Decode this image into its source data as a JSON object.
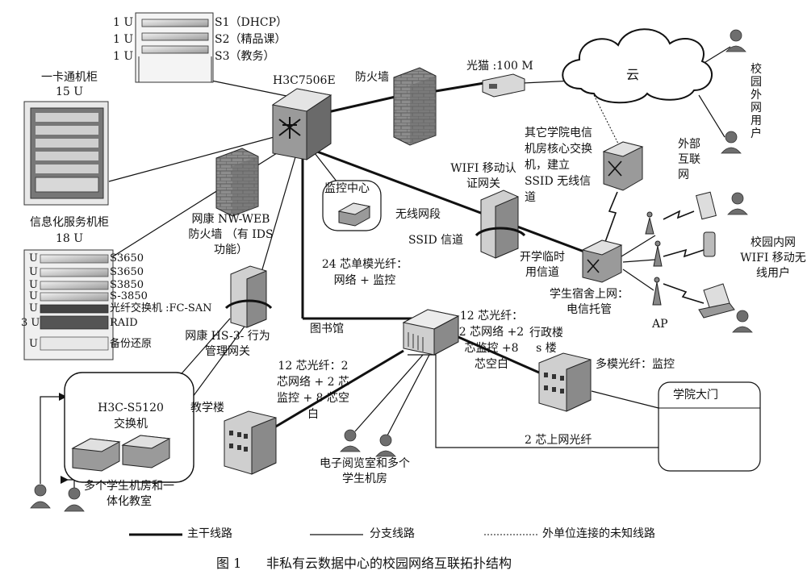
{
  "servers_top": [
    "S1（DHCP）",
    "S2（精品课）",
    "S3（教务）"
  ],
  "unit_label": "1 U",
  "card_cabinet": {
    "title": "一卡通机柜",
    "size": "15 U"
  },
  "core_switch": "H3C7506E",
  "firewall": "防火墙",
  "modem": "光猫 :100 M",
  "cloud": "云",
  "external_users": "校园外网用户",
  "external_internet": "外部互联网",
  "other_college": "其它学院电信机房核心交换机，建立 SSID 无线信道",
  "ids_firewall": "网康 NW-WEB 防火墙 （有 IDS 功能）",
  "monitor_center": "监控中心",
  "wifi_gateway": "WIFI 移动认证网关",
  "wireless_segment": "无线网段",
  "ssid_channel": "SSID 信道",
  "freshman_channel": "开学临时用信道",
  "campus_wifi_users": "校园内网 WIFI 移动无线用户",
  "dorm": "学生宿舍上网：电信托管",
  "ap": "AP",
  "info_cabinet": {
    "title": "信息化服务机柜",
    "size": "18 U"
  },
  "rack_rows": [
    {
      "u": "U",
      "name": "S3650"
    },
    {
      "u": "U",
      "name": "S3650"
    },
    {
      "u": "U",
      "name": "S3850"
    },
    {
      "u": "U",
      "name": "S-3850"
    },
    {
      "u": "U",
      "name": "光纤交换机 :FC-SAN"
    },
    {
      "u": "3 U",
      "name": "RAID"
    },
    {
      "u": "U",
      "name": "备份还原"
    }
  ],
  "fiber_24": "24 芯单模光纤：网络 + 监控",
  "behavior_gateway": "网康 HS-3- 行为管理网关",
  "library": "图书馆",
  "fiber_12a": "12 芯光纤：2 芯网络 +2 芯监控 +8 芯空白",
  "admin_building": "行政楼 s 楼",
  "fiber_12b": "12 芯光纤：2 芯网络 + 2 芯监控 + 8 芯空白",
  "multimode": "多模光纤：监控",
  "gate": "学院大门",
  "s5120": "H3C-S5120 交换机",
  "teaching_building": "教学楼",
  "e_reading": "电子阅览室和多个学生机房",
  "fiber_2core": "2 芯上网光纤",
  "student_labs": "多个学生机房和一体化教室",
  "legend": {
    "trunk": "主干线路",
    "branch": "分支线路",
    "unknown": "外单位连接的未知线路"
  },
  "caption": {
    "number": "图 1",
    "text": "非私有云数据中心的校园网络互联拓扑结构"
  }
}
